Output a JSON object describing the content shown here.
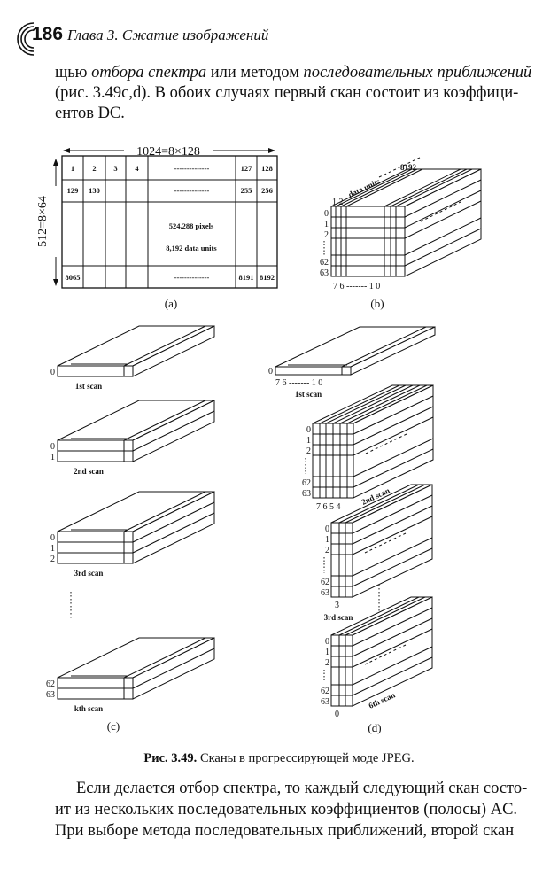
{
  "header": {
    "page_number": "186",
    "running_head": "Глава 3. Сжатие изображений"
  },
  "intro_lines": [
    {
      "parts": [
        {
          "t": "щью ",
          "i": false
        },
        {
          "t": "отбора спектра",
          "i": true
        },
        {
          "t": " или методом ",
          "i": false
        },
        {
          "t": "последовательных приближений",
          "i": true
        }
      ]
    },
    {
      "parts": [
        {
          "t": "(рис. 3.49c,d). В обоих случаях первый скан состоит из коэффици-",
          "i": false
        }
      ]
    },
    {
      "parts": [
        {
          "t": "ентов DC.",
          "i": false
        }
      ]
    }
  ],
  "figure": {
    "a": {
      "width_label": "1024=8×128",
      "height_label": "512=8×64",
      "row1": [
        "1",
        "2",
        "3",
        "4",
        "--------------",
        "127",
        "128"
      ],
      "row2": [
        "129",
        "130",
        "",
        "",
        "--------------",
        "255",
        "256"
      ],
      "center_line1": "524,288 pixels",
      "center_line2": "8,192 data units",
      "row4": [
        "8065",
        "",
        "",
        "",
        "--------------",
        "8191",
        "8192"
      ],
      "label": "(a)"
    },
    "b": {
      "top_left": "1 2",
      "data_units": "data units",
      "count": "8192",
      "rows": [
        "0",
        "1",
        "2",
        "62",
        "63"
      ],
      "bottom": "7 6 ------- 1 0",
      "label": "(b)"
    },
    "c": {
      "scans": [
        {
          "rows": [
            "0"
          ],
          "label": "1st scan"
        },
        {
          "rows": [
            "0",
            "1"
          ],
          "label": "2nd scan"
        },
        {
          "rows": [
            "0",
            "1",
            "2"
          ],
          "label": "3rd scan"
        },
        {
          "rows": [
            "62",
            "63"
          ],
          "label": "kth scan"
        }
      ],
      "label": "(c)"
    },
    "d": {
      "scan1": {
        "row": "0",
        "bottom": "7 6 ------- 1 0",
        "label": "1st scan"
      },
      "scan2": {
        "rows": [
          "0",
          "1",
          "2",
          "62",
          "63"
        ],
        "bottom": "7 6 5 4",
        "label": "2nd scan"
      },
      "scan3": {
        "rows": [
          "0",
          "1",
          "2",
          "62",
          "63"
        ],
        "bottom": "3",
        "label": "3rd scan"
      },
      "scan6": {
        "rows": [
          "0",
          "1",
          "2",
          "62",
          "63"
        ],
        "bottom": "0",
        "label": "6th scan"
      },
      "label": "(d)"
    },
    "caption_number": "Рис. 3.49.",
    "caption_text": " Сканы в прогрессирующей моде JPEG."
  },
  "body_lines": [
    "Если делается отбор спектра, то каждый следующий скан состо-",
    "ит из нескольких последовательных коэффициентов (полосы) AC.",
    "При выборе метода последовательных приближений, второй скан"
  ]
}
